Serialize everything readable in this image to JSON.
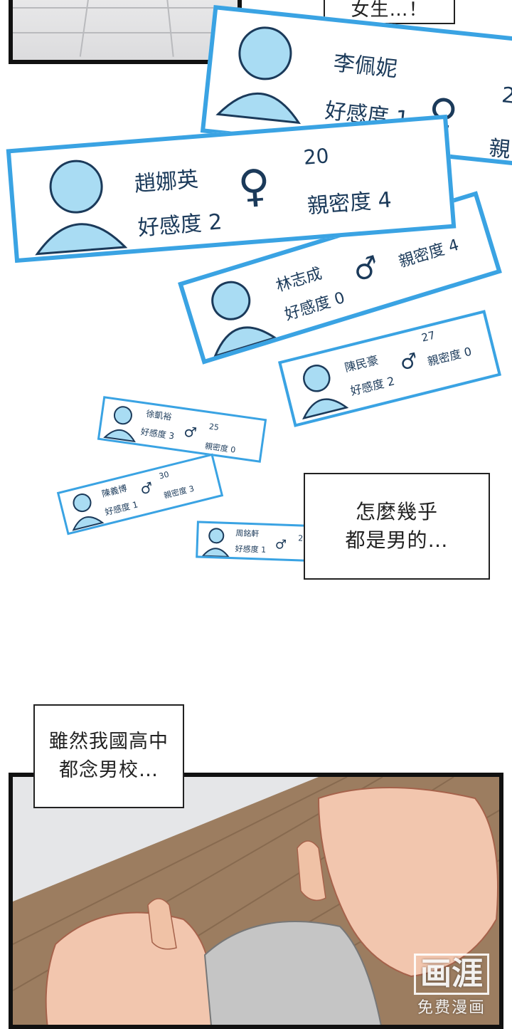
{
  "speech": {
    "top": "女生…！",
    "middle_line1": "怎麼幾乎",
    "middle_line2": "都是男的…",
    "bottom_line1": "雖然我國高中",
    "bottom_line2": "都念男校…"
  },
  "cards": [
    {
      "name": "李佩妮",
      "affection": "好感度 1",
      "intimacy_label": "親",
      "age": "2",
      "gender": "♀"
    },
    {
      "name": "趙娜英",
      "affection": "好感度 2",
      "intimacy_label": "親密度 4",
      "age": "20",
      "gender": "♀"
    },
    {
      "name": "林志成",
      "affection": "好感度 0",
      "intimacy_label": "親密度 4",
      "age": "",
      "gender": "♂"
    },
    {
      "name": "陳民豪",
      "affection": "好感度 2",
      "intimacy_label": "親密度 0",
      "age": "27",
      "gender": "♂"
    },
    {
      "name": "徐凱裕",
      "affection": "好感度 3",
      "intimacy_label": "親密度 0",
      "age": "25",
      "gender": "♂"
    },
    {
      "name": "陳義博",
      "affection": "好感度 1",
      "intimacy_label": "親密度 3",
      "age": "30",
      "gender": "♂"
    },
    {
      "name": "周銘軒",
      "affection": "好感度 1",
      "intimacy_label": "",
      "age": "2",
      "gender": "♂"
    }
  ],
  "watermark": {
    "mark": "画涯",
    "sub": "免费漫画"
  },
  "colors": {
    "card_border": "#3aa3e3",
    "avatar_fill": "#a9dcf3",
    "text": "#1b3a5a"
  }
}
